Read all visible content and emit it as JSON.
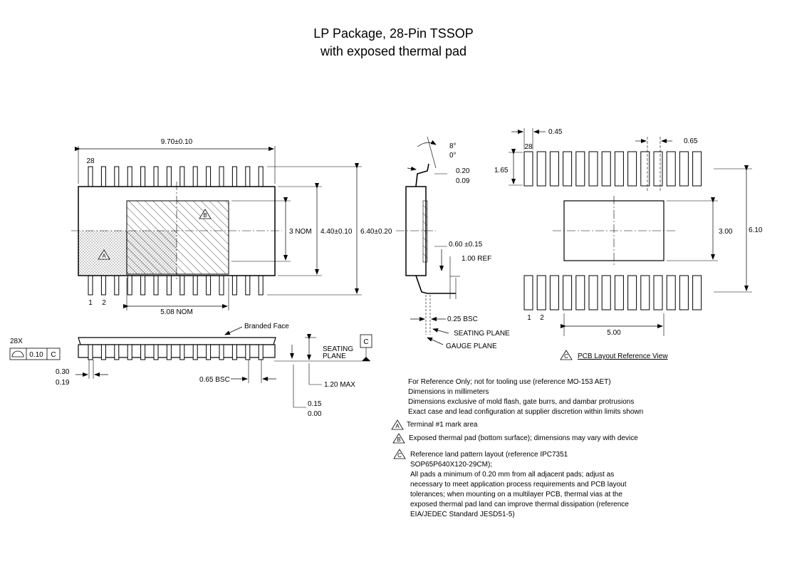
{
  "title": {
    "line1": "LP Package, 28-Pin TSSOP",
    "line2": "with exposed thermal pad"
  },
  "top_view": {
    "body_length": "9.70±0.10",
    "pin_28": "28",
    "pin_1": "1",
    "pin_2": "2",
    "pad_height": "3 NOM",
    "body_width": "4.40±0.10",
    "span_width": "6.40±0.20",
    "pad_length": "5.08 NOM",
    "marker_a": "A",
    "marker_b": "B"
  },
  "side_view": {
    "angle_max": "8°",
    "angle_min": "0°",
    "lead_thick_max": "0.20",
    "lead_thick_min": "0.09",
    "foot_length": "0.60 ±0.15",
    "foot_ref": "1.00 REF",
    "gauge": "0.25 BSC",
    "seating_plane": "SEATING PLANE",
    "gauge_plane": "GAUGE PLANE"
  },
  "front_view": {
    "branded_face": "Branded Face",
    "tolerance_count": "28X",
    "tolerance_value": "0.10",
    "tolerance_datum": "C",
    "datum_c": "C",
    "seating_label_1": "SEATING",
    "seating_label_2": "PLANE",
    "lead_width_max": "0.30",
    "lead_width_min": "0.19",
    "pitch": "0.65 BSC",
    "height_max": "1.20 MAX",
    "standoff_max": "0.15",
    "standoff_min": "0.00"
  },
  "pcb_view": {
    "pad_width": "0.45",
    "pitch": "0.65",
    "pad_length": "1.65",
    "pin_28": "28",
    "pin_1": "1",
    "pin_2": "2",
    "thermal_height": "3.00",
    "overall_span": "6.10",
    "thermal_width": "5.00",
    "marker_c": "C",
    "caption": "PCB Layout Reference View"
  },
  "notes": {
    "n1": "For Reference Only; not for tooling use (reference MO-153 AET)",
    "n2": "Dimensions in millimeters",
    "n3": "Dimensions exclusive of mold flash, gate burrs, and dambar protrusions",
    "n4": "Exact case and lead configuration at supplier discretion within limits shown",
    "a_letter": "A",
    "a_text": "Terminal #1 mark area",
    "b_letter": "B",
    "b_text": "Exposed thermal pad (bottom surface); dimensions may vary with device",
    "c_letter": "C",
    "c_lines": [
      "Reference land pattern layout (reference IPC7351",
      "SOP65P640X120-29CM);",
      "All pads a minimum of 0.20 mm from all adjacent pads; adjust as",
      "necessary to meet application process requirements and PCB layout",
      "tolerances; when mounting on a multilayer PCB, thermal vias at the",
      "exposed thermal pad land can improve thermal dissipation (reference",
      "EIA/JEDEC Standard JESD51-5)"
    ]
  }
}
